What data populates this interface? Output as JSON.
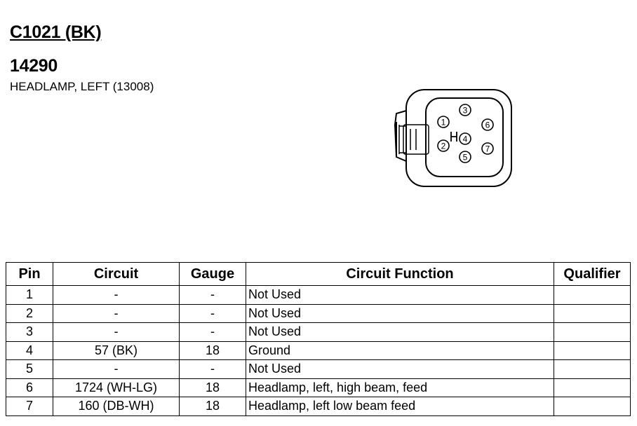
{
  "header": {
    "connector_id": "C1021 (BK)",
    "part_number": "14290",
    "component": "HEADLAMP, LEFT (13008)"
  },
  "connector_pins": [
    "1",
    "2",
    "3",
    "4",
    "5",
    "6",
    "7"
  ],
  "table": {
    "columns": [
      "Pin",
      "Circuit",
      "Gauge",
      "Circuit Function",
      "Qualifier"
    ],
    "rows": [
      {
        "pin": "1",
        "circuit": "-",
        "gauge": "-",
        "function": "Not Used",
        "qualifier": ""
      },
      {
        "pin": "2",
        "circuit": "-",
        "gauge": "-",
        "function": "Not Used",
        "qualifier": ""
      },
      {
        "pin": "3",
        "circuit": "-",
        "gauge": "-",
        "function": "Not Used",
        "qualifier": ""
      },
      {
        "pin": "4",
        "circuit": "57 (BK)",
        "gauge": "18",
        "function": "Ground",
        "qualifier": ""
      },
      {
        "pin": "5",
        "circuit": "-",
        "gauge": "-",
        "function": "Not Used",
        "qualifier": ""
      },
      {
        "pin": "6",
        "circuit": "1724 (WH-LG)",
        "gauge": "18",
        "function": "Headlamp, left, high beam, feed",
        "qualifier": ""
      },
      {
        "pin": "7",
        "circuit": "160 (DB-WH)",
        "gauge": "18",
        "function": "Headlamp, left low beam feed",
        "qualifier": ""
      }
    ]
  }
}
